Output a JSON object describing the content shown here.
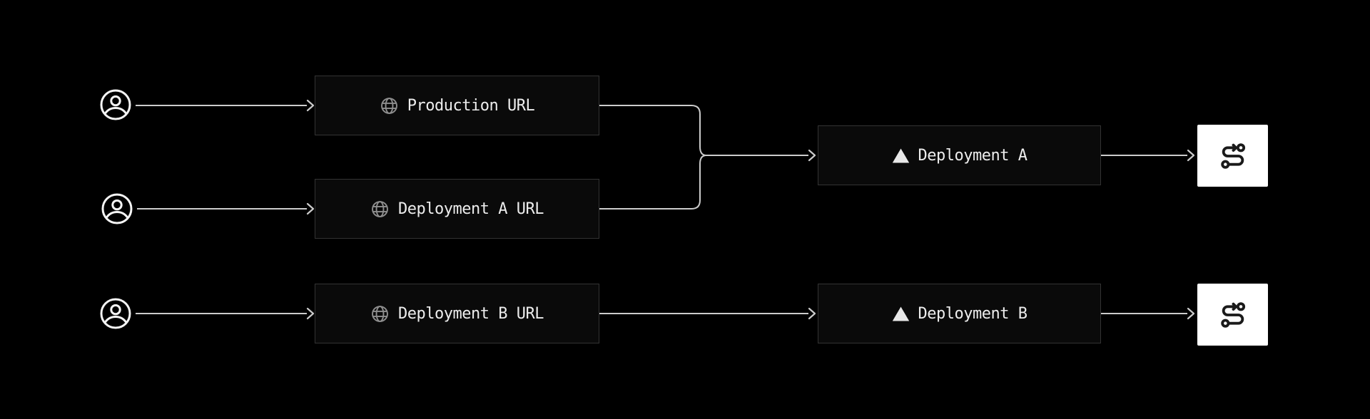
{
  "colors": {
    "background": "#000000",
    "node_background": "#0a0a0a",
    "node_border": "#333333",
    "connector": "#cccccc",
    "label_text": "#ededed",
    "globe_icon": "#8f8f8f",
    "triangle_icon": "#e8e8e8",
    "endpoint_background": "#ffffff",
    "route_icon": "#1a1a1a",
    "user_icon": "#f5f5f5"
  },
  "user_nodes": [
    {
      "icon": "user-icon"
    },
    {
      "icon": "user-icon"
    },
    {
      "icon": "user-icon"
    }
  ],
  "url_nodes": [
    {
      "label": "Production URL",
      "icon": "globe-icon"
    },
    {
      "label": "Deployment A URL",
      "icon": "globe-icon"
    },
    {
      "label": "Deployment B URL",
      "icon": "globe-icon"
    }
  ],
  "deployment_nodes": [
    {
      "label": "Deployment A",
      "icon": "vercel-triangle-icon"
    },
    {
      "label": "Deployment B",
      "icon": "vercel-triangle-icon"
    }
  ],
  "endpoint_nodes": [
    {
      "icon": "route-icon"
    },
    {
      "icon": "route-icon"
    }
  ]
}
